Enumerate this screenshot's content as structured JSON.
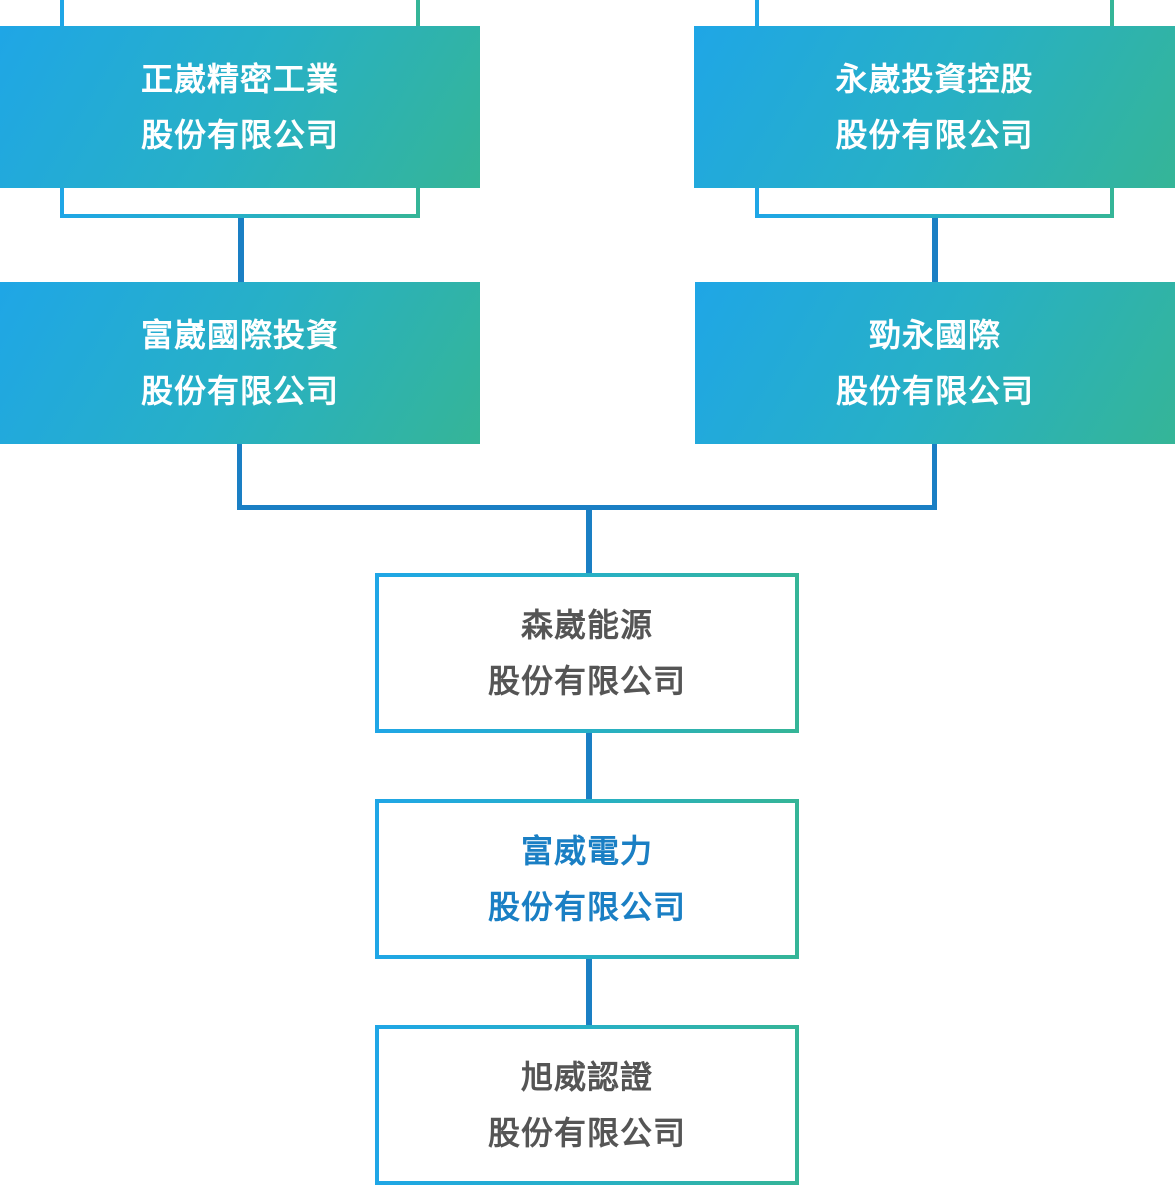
{
  "colors": {
    "gradient_start": "#1fa6e6",
    "gradient_end": "#35b597",
    "connector": "#1a7fc4",
    "text_dark": "#555555",
    "text_highlight": "#1a7fc4"
  },
  "nodes": {
    "zhengwei": {
      "line1": "正崴精密工業",
      "line2": "股份有限公司"
    },
    "yongwei": {
      "line1": "永崴投資控股",
      "line2": "股份有限公司"
    },
    "fuwei_invest": {
      "line1": "富崴國際投資",
      "line2": "股份有限公司"
    },
    "jinyong": {
      "line1": "勁永國際",
      "line2": "股份有限公司"
    },
    "senwei": {
      "line1": "森崴能源",
      "line2": "股份有限公司"
    },
    "fuwei_power": {
      "line1": "富威電力",
      "line2": "股份有限公司"
    },
    "xuwei": {
      "line1": "旭威認證",
      "line2": "股份有限公司"
    }
  }
}
